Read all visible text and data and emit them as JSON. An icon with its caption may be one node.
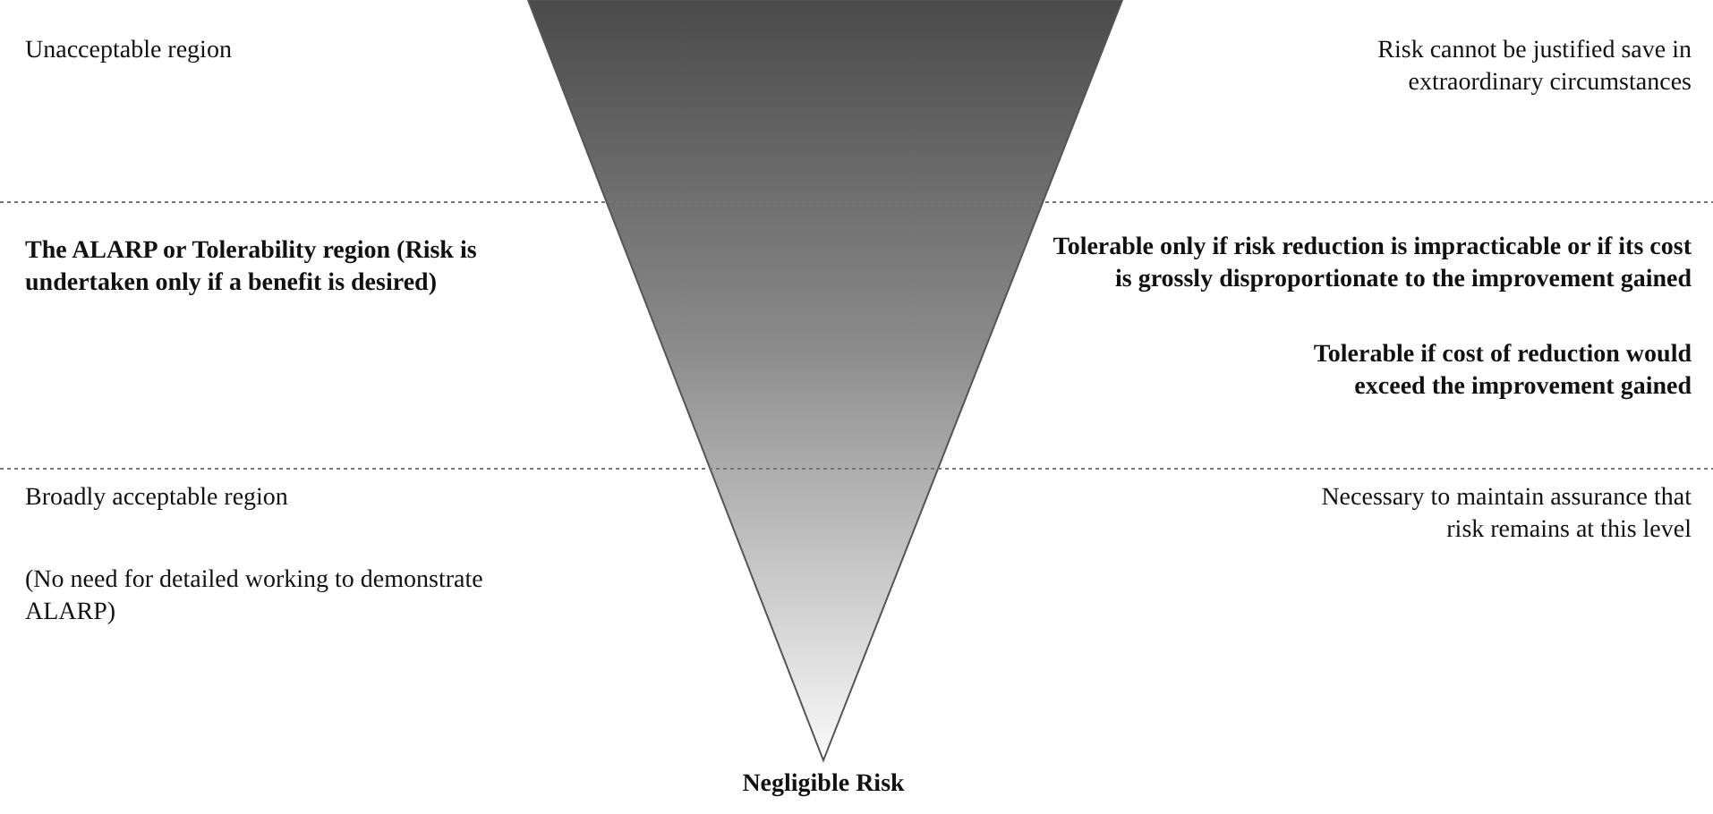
{
  "diagram": {
    "labels": [
      "Unacceptable region",
      "Risk cannot be justified save in extraordinary circumstances",
      "The ALARP or Tolerability region (Risk is undertaken only if a benefit is desired)",
      "Tolerable only if risk reduction is impracticable or if its cost is grossly disproportionate to the improvement gained",
      "Tolerable if cost of reduction would exceed the improvement gained",
      "Broadly acceptable region",
      "Necessary to maintain assurance that risk remains at this level",
      "(No need for detailed working to demonstrate ALARP)",
      "Negligible Risk"
    ]
  }
}
